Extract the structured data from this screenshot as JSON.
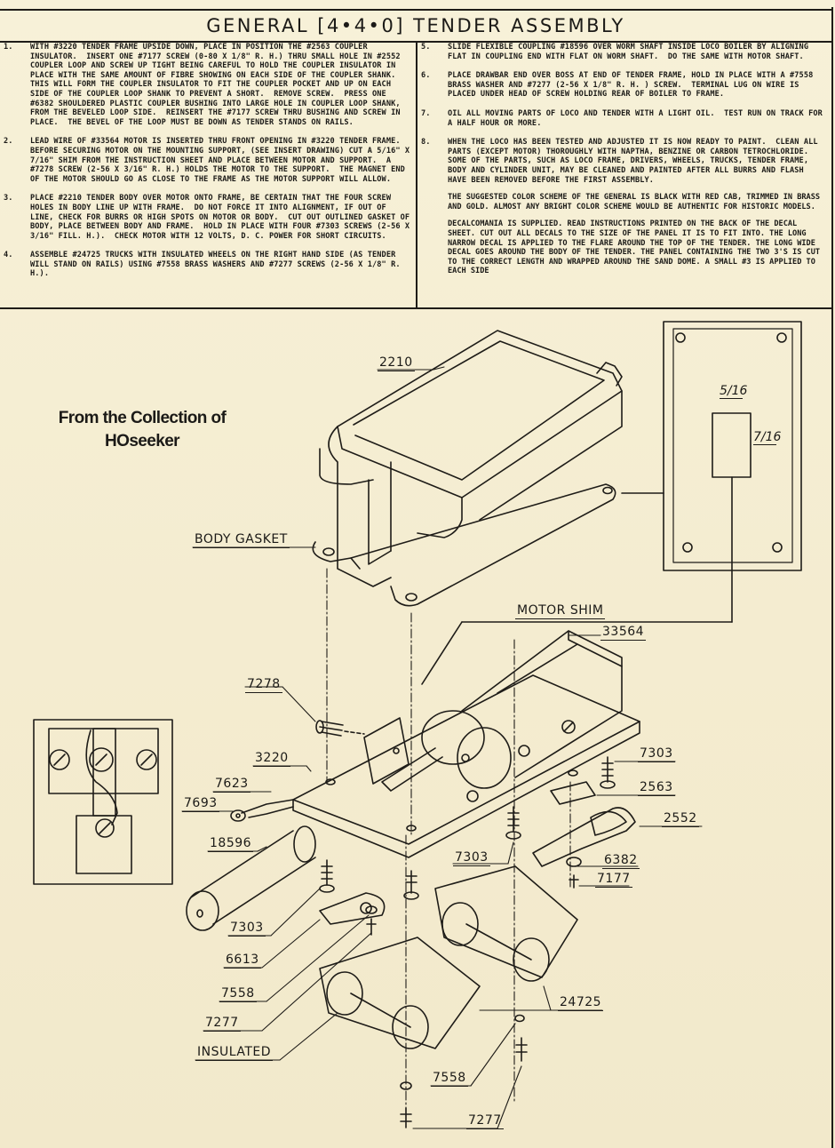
{
  "document": {
    "title": "GENERAL [4•4•0] TENDER ASSEMBLY",
    "watermark": {
      "line1": "From the Collection of",
      "line2": "HOseeker"
    }
  },
  "instructions": {
    "left": [
      {
        "num": "1.",
        "text": "WITH #3220 TENDER FRAME UPSIDE DOWN, PLACE IN POSITION THE #2563 COUPLER INSULATOR.  INSERT ONE #7177 SCREW (0-80 X 1/8\" R. H.) THRU SMALL HOLE IN #2552 COUPLER LOOP AND SCREW UP TIGHT BEING CAREFUL TO HOLD THE COUPLER INSULATOR IN PLACE WITH THE SAME AMOUNT OF FIBRE SHOWING ON EACH SIDE OF THE COUPLER SHANK.  THIS WILL FORM THE COUPLER INSULATOR TO FIT THE COUPLER POCKET AND UP ON EACH SIDE OF THE COUPLER LOOP SHANK TO PREVENT A SHORT.  REMOVE SCREW.  PRESS ONE #6382 SHOULDERED PLASTIC COUPLER BUSHING INTO LARGE HOLE IN COUPLER LOOP SHANK, FROM THE BEVELED LOOP SIDE.  REINSERT THE #7177 SCREW THRU BUSHING AND SCREW IN PLACE.  THE BEVEL OF THE LOOP MUST BE DOWN AS TENDER STANDS ON RAILS."
      },
      {
        "num": "2.",
        "text": "LEAD WIRE OF #33564 MOTOR IS INSERTED THRU FRONT OPENING IN #3220 TENDER FRAME.  BEFORE SECURING MOTOR ON THE MOUNTING SUPPORT, (SEE INSERT DRAWING) CUT A 5/16\" X 7/16\" SHIM FROM THE INSTRUCTION SHEET AND PLACE BETWEEN MOTOR AND SUPPORT.  A #7278 SCREW (2-56 X 3/16\" R. H.) HOLDS THE MOTOR TO THE SUPPORT.  THE MAGNET END OF THE MOTOR SHOULD GO AS CLOSE TO THE FRAME AS THE MOTOR SUPPORT WILL ALLOW."
      },
      {
        "num": "3.",
        "text": "PLACE #2210 TENDER BODY OVER MOTOR ONTO FRAME, BE CERTAIN THAT THE FOUR SCREW HOLES IN BODY LINE UP WITH FRAME.  DO NOT FORCE IT INTO ALIGNMENT, IF OUT OF LINE, CHECK FOR BURRS OR HIGH SPOTS ON MOTOR OR BODY.  CUT OUT OUTLINED GASKET OF BODY, PLACE BETWEEN BODY AND FRAME.  HOLD IN PLACE WITH FOUR #7303 SCREWS (2-56 X 3/16\" FILL. H.).  CHECK MOTOR WITH 12 VOLTS, D. C. POWER FOR SHORT CIRCUITS."
      },
      {
        "num": "4.",
        "text": "ASSEMBLE #24725 TRUCKS WITH INSULATED WHEELS ON THE RIGHT HAND SIDE (AS TENDER WILL STAND ON RAILS) USING #7558 BRASS WASHERS AND #7277 SCREWS (2-56 X 1/8\" R. H.)."
      }
    ],
    "right": [
      {
        "num": "5.",
        "text": "SLIDE FLEXIBLE COUPLING #18596 OVER WORM SHAFT INSIDE LOCO BOILER BY ALIGNING FLAT IN COUPLING END WITH FLAT ON WORM SHAFT.  DO THE SAME WITH MOTOR SHAFT."
      },
      {
        "num": "6.",
        "text": "PLACE DRAWBAR END OVER BOSS AT END OF TENDER FRAME, HOLD IN PLACE WITH A #7558 BRASS WASHER AND #7277 (2-56 X 1/8\" R. H. ) SCREW.  TERMINAL LUG ON WIRE IS PLACED UNDER HEAD OF SCREW HOLDING REAR OF BOILER TO FRAME."
      },
      {
        "num": "7.",
        "text": "OIL ALL MOVING PARTS OF LOCO AND TENDER WITH A LIGHT OIL.  TEST RUN ON TRACK FOR A HALF HOUR OR MORE."
      },
      {
        "num": "8.",
        "text": "WHEN THE LOCO HAS BEEN TESTED AND ADJUSTED IT IS NOW READY TO PAINT.  CLEAN ALL PARTS (EXCEPT MOTOR) THOROUGHLY WITH NAPTHA, BENZINE OR CARBON TETROCHLORIDE.  SOME OF THE PARTS, SUCH AS LOCO FRAME, DRIVERS, WHEELS, TRUCKS, TENDER FRAME, BODY AND CYLINDER UNIT, MAY BE CLEANED AND PAINTED AFTER ALL BURRS AND FLASH HAVE BEEN REMOVED BEFORE THE FIRST ASSEMBLY."
      }
    ],
    "color_note": "THE SUGGESTED COLOR SCHEME OF THE GENERAL IS BLACK WITH RED CAB, TRIMMED IN BRASS AND GOLD.  ALMOST ANY BRIGHT COLOR SCHEME WOULD BE AUTHENTIC FOR HISTORIC MODELS.",
    "decal_note": "DECALCOMANIA IS SUPPLIED.  READ INSTRUCTIONS PRINTED ON THE BACK OF THE DECAL SHEET.  CUT OUT ALL DECALS TO THE SIZE OF THE PANEL IT IS TO FIT INTO.  THE LONG NARROW DECAL IS APPLIED TO THE FLARE AROUND THE TOP OF THE TENDER.  THE LONG WIDE DECAL GOES AROUND THE BODY OF THE TENDER.  THE PANEL CONTAINING THE TWO 3'S IS CUT TO THE CORRECT LENGTH AND WRAPPED AROUND THE SAND DOME.  A SMALL #3 IS APPLIED TO EACH SIDE"
  },
  "shim_template": {
    "width_fraction": "5/16",
    "height_fraction": "7/16"
  },
  "part_labels": {
    "body": "2210",
    "body_gasket": "BODY  GASKET",
    "motor_shim": "MOTOR  SHIM",
    "motor": "33564",
    "screw_7278": "7278",
    "frame": "3220",
    "wire_7623": "7623",
    "lug_7693": "7693",
    "coupling": "18596",
    "screw_7303_right": "7303",
    "insulator": "2563",
    "coupler_loop": "2552",
    "screw_7303_mid": "7303",
    "bushing": "6382",
    "screw_7177": "7177",
    "screw_7303_left": "7303",
    "drawbar": "6613",
    "washer_7558_left": "7558",
    "screw_7277_left": "7277",
    "insulated": "INSULATED",
    "trucks": "24725",
    "washer_7558_bottom": "7558",
    "screw_7277_bottom": "7277"
  },
  "colors": {
    "paper": "#f6f0d6",
    "ink": "#1e1c18"
  }
}
